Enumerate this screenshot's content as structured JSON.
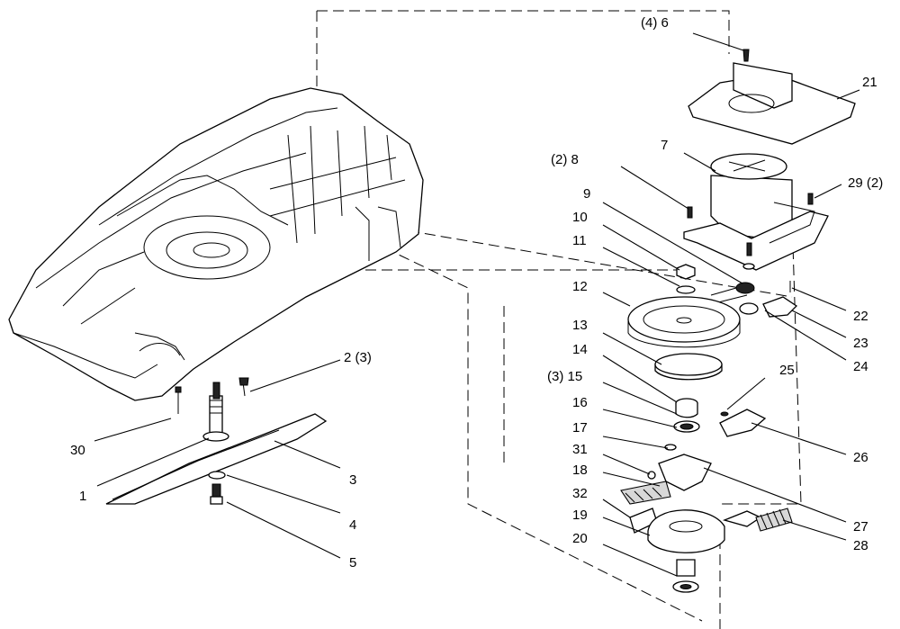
{
  "callouts": [
    {
      "id": "c1",
      "text": "(4)  6"
    },
    {
      "id": "c2",
      "text": "21"
    },
    {
      "id": "c3",
      "text": "7"
    },
    {
      "id": "c4",
      "text": "(2)  8"
    },
    {
      "id": "c5",
      "text": "29 (2)"
    },
    {
      "id": "c6",
      "text": "9"
    },
    {
      "id": "c7",
      "text": "10"
    },
    {
      "id": "c8",
      "text": "11"
    },
    {
      "id": "c9",
      "text": "12"
    },
    {
      "id": "c10",
      "text": "22"
    },
    {
      "id": "c11",
      "text": "23"
    },
    {
      "id": "c12",
      "text": "13"
    },
    {
      "id": "c13",
      "text": "24"
    },
    {
      "id": "c14",
      "text": "14"
    },
    {
      "id": "c15",
      "text": "25"
    },
    {
      "id": "c16",
      "text": "(3)  15"
    },
    {
      "id": "c17",
      "text": "16"
    },
    {
      "id": "c18",
      "text": "26"
    },
    {
      "id": "c19",
      "text": "17"
    },
    {
      "id": "c20",
      "text": "31"
    },
    {
      "id": "c21",
      "text": "18"
    },
    {
      "id": "c22",
      "text": "27"
    },
    {
      "id": "c23",
      "text": "32"
    },
    {
      "id": "c24",
      "text": "19"
    },
    {
      "id": "c25",
      "text": "28"
    },
    {
      "id": "c26",
      "text": "20"
    },
    {
      "id": "c27",
      "text": "2  (3)"
    },
    {
      "id": "c28",
      "text": "30"
    },
    {
      "id": "c29",
      "text": "3"
    },
    {
      "id": "c30",
      "text": "1"
    },
    {
      "id": "c31",
      "text": "4"
    },
    {
      "id": "c32",
      "text": "5"
    }
  ]
}
